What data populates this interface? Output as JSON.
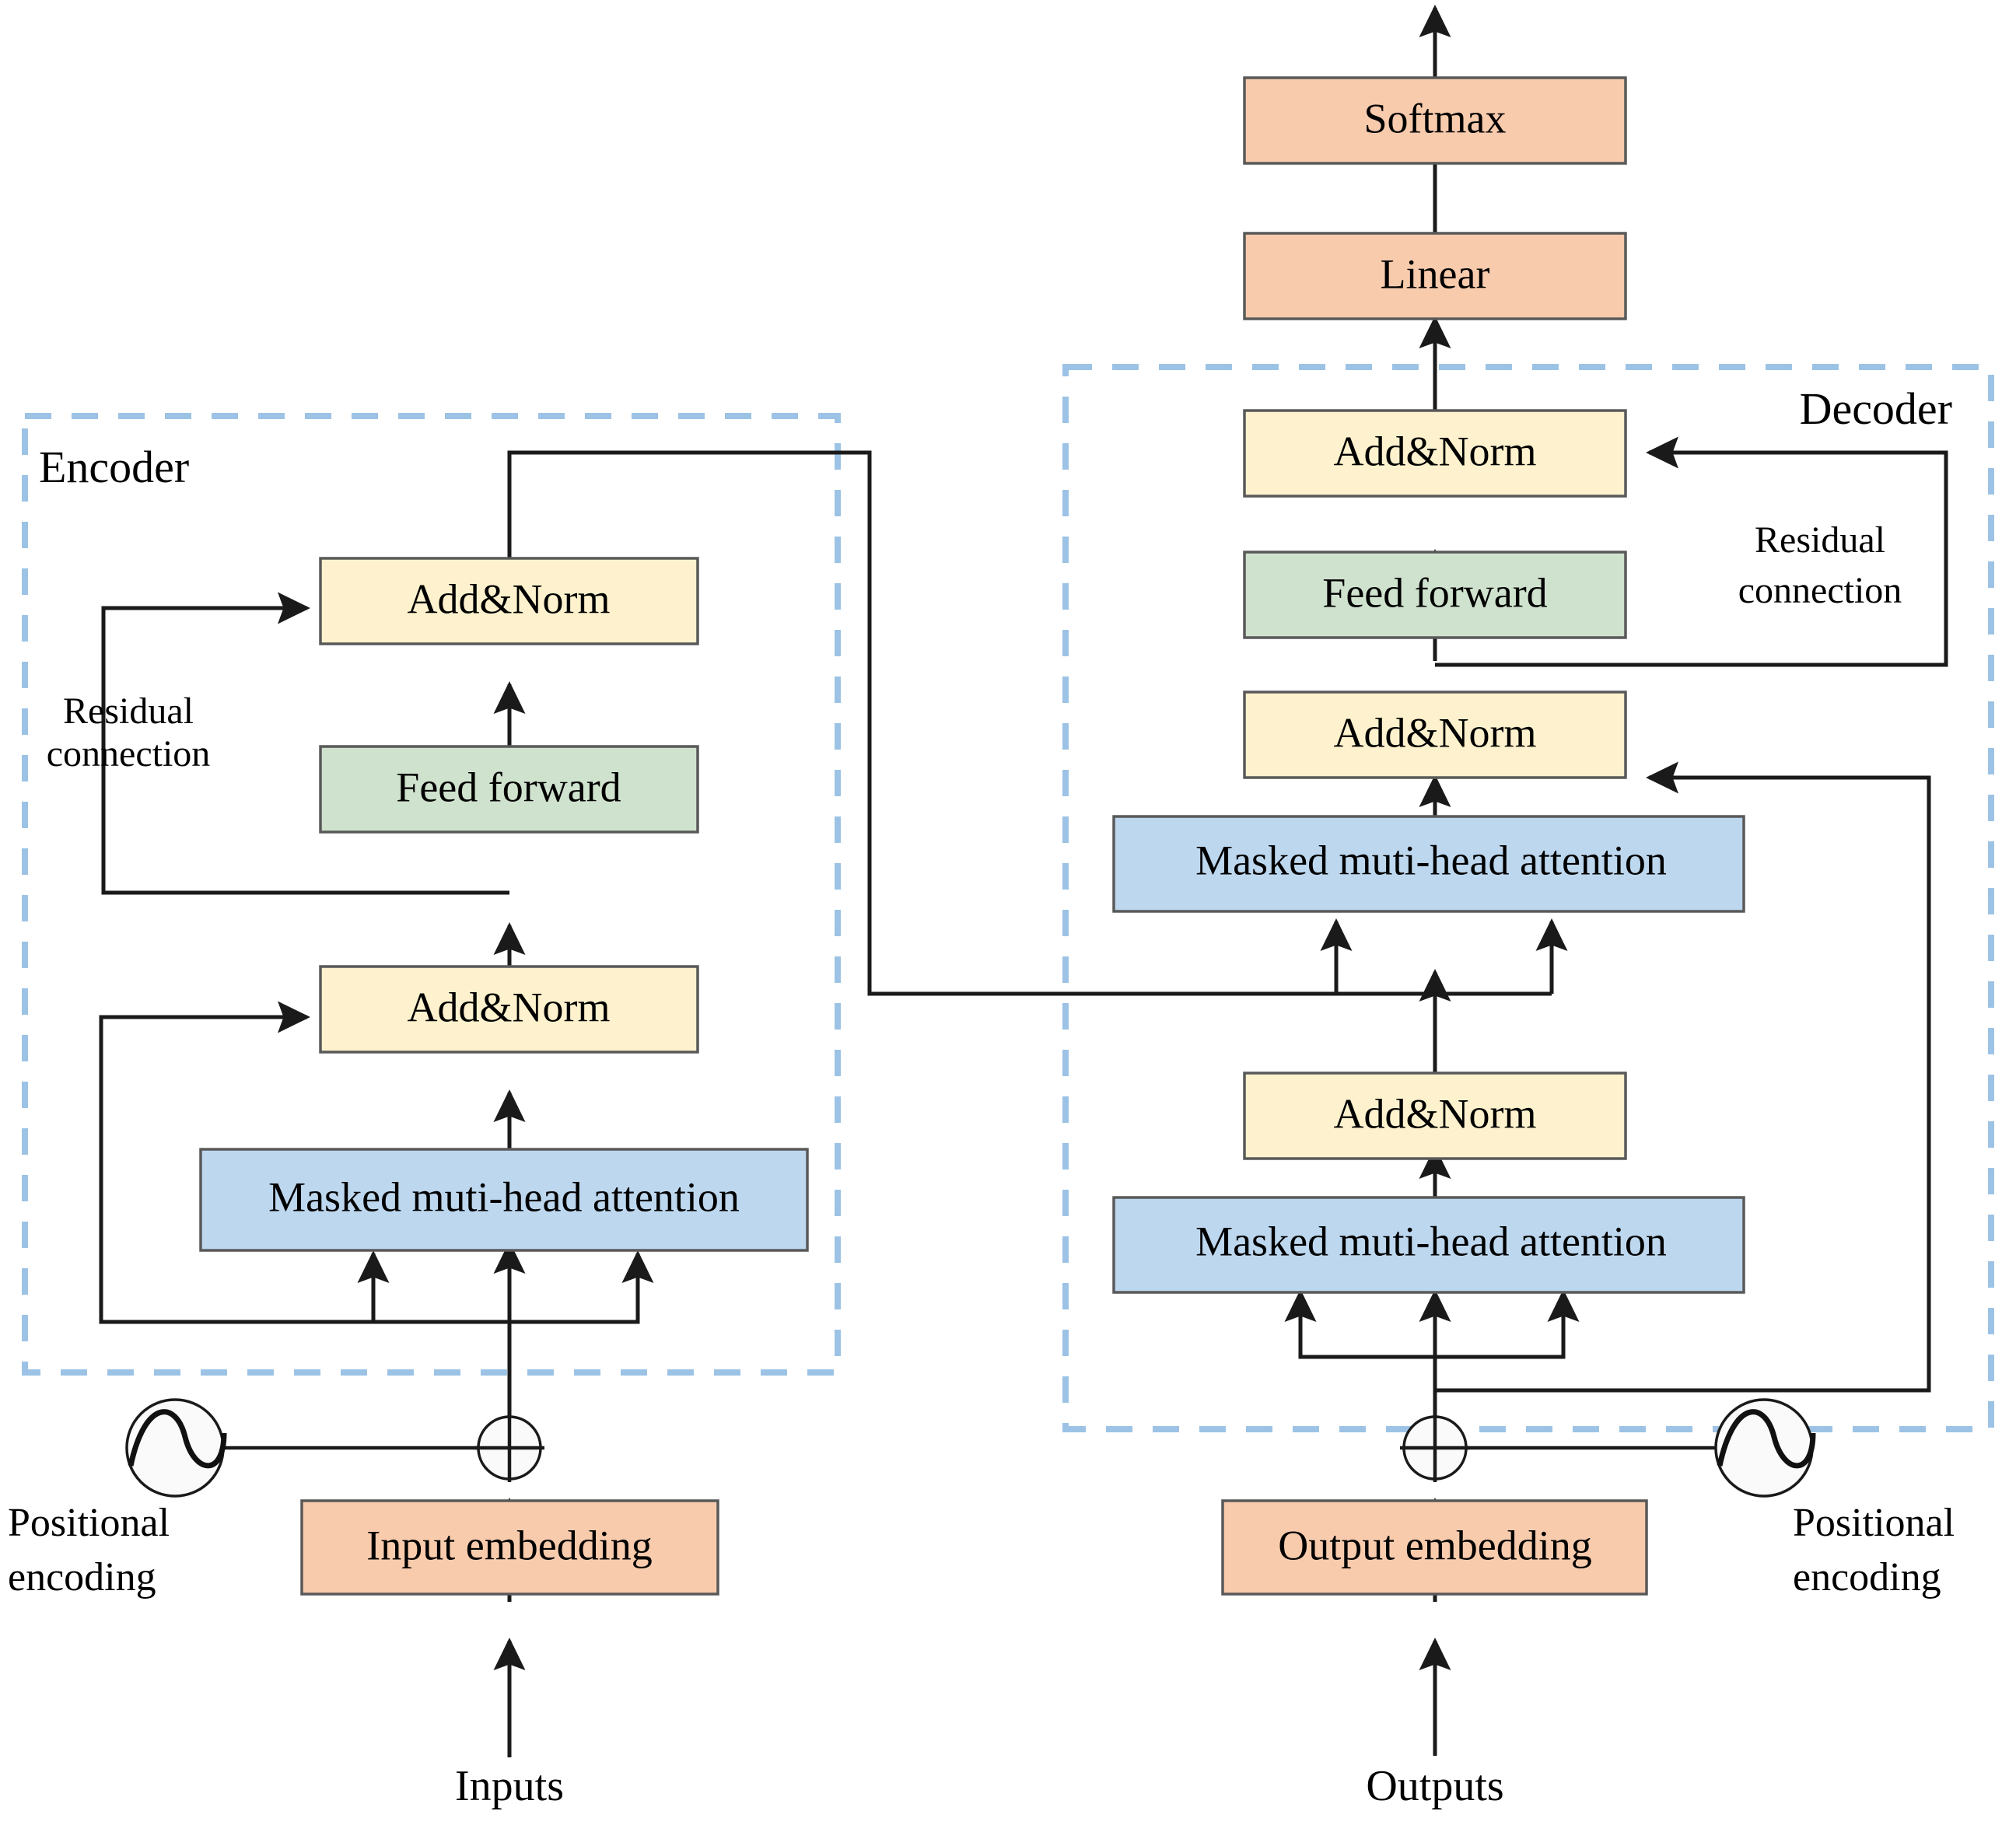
{
  "diagram": {
    "title": "Transformer encoder-decoder architecture",
    "colors": {
      "addnorm": "#fdf2cd",
      "feedforward": "#cfe2cd",
      "attention": "#bdd7ee",
      "embedding": "#f8cbad",
      "softmax": "#f8cbad",
      "linear": "#f8cbad",
      "dashed_border": "#9cc3e5",
      "wire": "#1a1a1a",
      "box_border": "#595959",
      "background": "#ffffff"
    },
    "group_labels": {
      "encoder": "Encoder",
      "decoder": "Decoder"
    },
    "encoder": {
      "blocks": [
        {
          "id": "enc-addnorm-top",
          "label": "Add&Norm",
          "kind": "addnorm"
        },
        {
          "id": "enc-feedforward",
          "label": "Feed forward",
          "kind": "feedforward"
        },
        {
          "id": "enc-addnorm-bottom",
          "label": "Add&Norm",
          "kind": "addnorm"
        },
        {
          "id": "enc-attention",
          "label": "Masked muti-head attention",
          "kind": "attention"
        }
      ],
      "residual_label": "Residual\nconnection",
      "residual_label_line1": "Residual",
      "residual_label_line2": "connection",
      "positional_encoding_label_line1": "Positional",
      "positional_encoding_label_line2": "encoding",
      "embedding": {
        "label": "Input embedding",
        "kind": "embedding"
      },
      "io_label": "Inputs"
    },
    "decoder": {
      "blocks": [
        {
          "id": "dec-addnorm-top",
          "label": "Add&Norm",
          "kind": "addnorm"
        },
        {
          "id": "dec-feedforward",
          "label": "Feed forward",
          "kind": "feedforward"
        },
        {
          "id": "dec-addnorm-mid",
          "label": "Add&Norm",
          "kind": "addnorm"
        },
        {
          "id": "dec-attention-cross",
          "label": "Masked muti-head attention",
          "kind": "attention"
        },
        {
          "id": "dec-addnorm-bottom",
          "label": "Add&Norm",
          "kind": "addnorm"
        },
        {
          "id": "dec-attention-self",
          "label": "Masked muti-head attention",
          "kind": "attention"
        }
      ],
      "residual_label_line1": "Residual",
      "residual_label_line2": "connection",
      "positional_encoding_label_line1": "Positional",
      "positional_encoding_label_line2": "encoding",
      "embedding": {
        "label": "Output embedding",
        "kind": "embedding"
      },
      "io_label": "Outputs"
    },
    "head": {
      "softmax": "Softmax",
      "linear": "Linear"
    },
    "icons": {
      "positional_encoding": "sine-wave-circle-icon",
      "sum": "plus-circle-icon"
    }
  }
}
